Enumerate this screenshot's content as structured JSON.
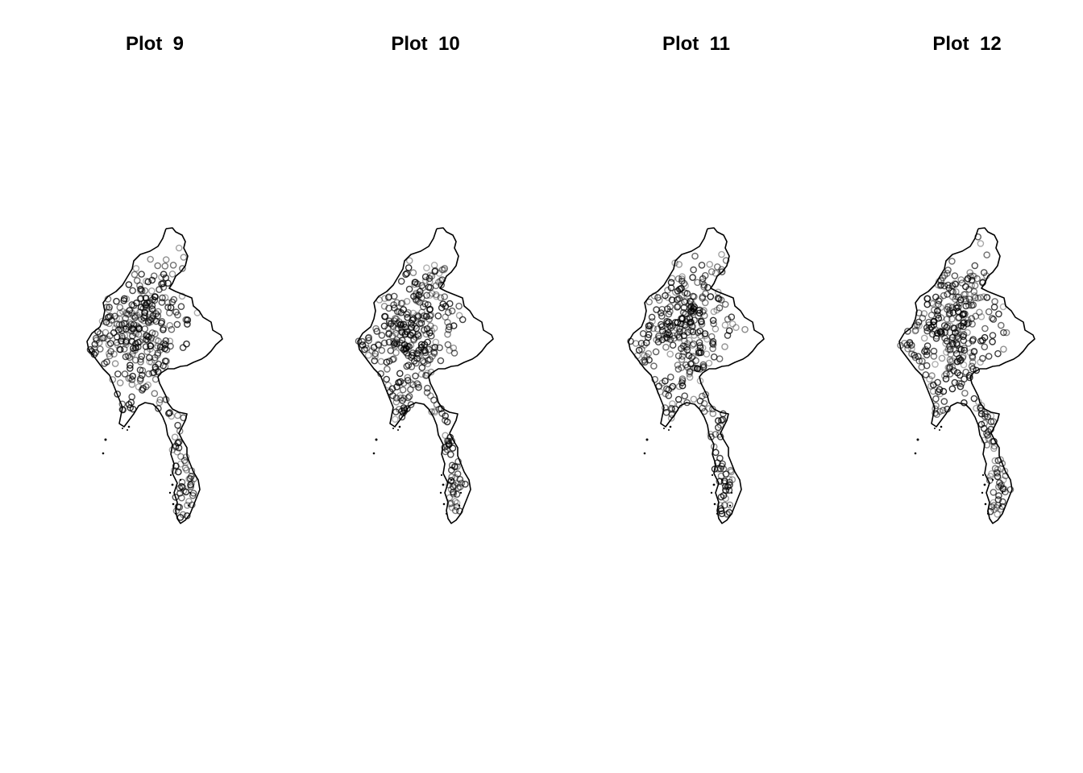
{
  "figure": {
    "background": "#ffffff",
    "outline_color": "#000000",
    "point_color": "#000000",
    "point_style": "open-circle"
  },
  "panels": [
    {
      "title": "Plot  9",
      "seed": 9
    },
    {
      "title": "Plot  10",
      "seed": 10
    },
    {
      "title": "Plot  11",
      "seed": 11
    },
    {
      "title": "Plot  12",
      "seed": 12
    }
  ]
}
